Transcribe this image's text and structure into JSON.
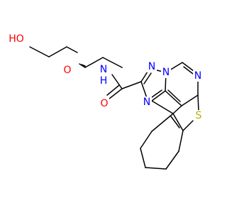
{
  "molecule": {
    "atom_labels": {
      "ho": "HO",
      "o_ether": "O",
      "nh_amide": "N",
      "h_amide": "H",
      "o_carbonyl": "O",
      "n_tri_top": "N",
      "n_tri_bottom": "N",
      "n_ring_top": "N",
      "n_ring_right": "N",
      "s_thiophene": "S"
    },
    "colors": {
      "bond": "#000000",
      "oxygen": "#ff0000",
      "nitrogen": "#0000ff",
      "sulfur": "#b2b200",
      "hydroxyl_h": "#000000"
    }
  }
}
